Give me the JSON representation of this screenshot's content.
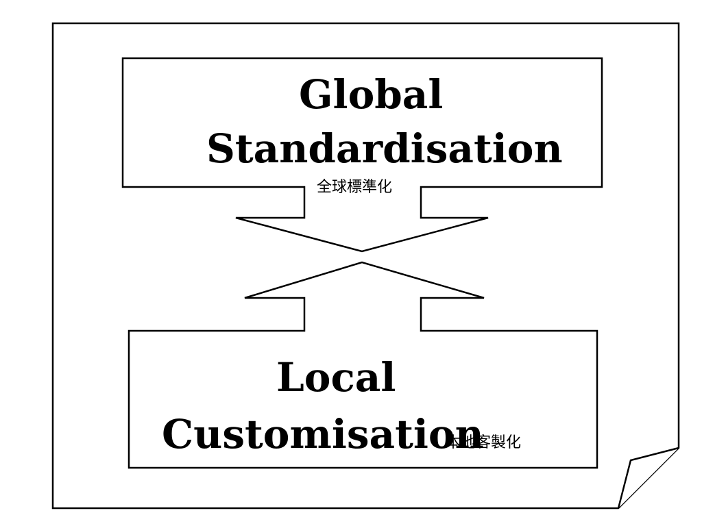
{
  "diagram": {
    "top_box": {
      "line1": "Global",
      "line2": "Standardisation",
      "chinese": "全球標準化"
    },
    "bottom_box": {
      "line1": "Local",
      "line2": "Customisation",
      "chinese": "本地客製化"
    },
    "colors": {
      "stroke": "#000000",
      "fill": "#ffffff"
    }
  }
}
